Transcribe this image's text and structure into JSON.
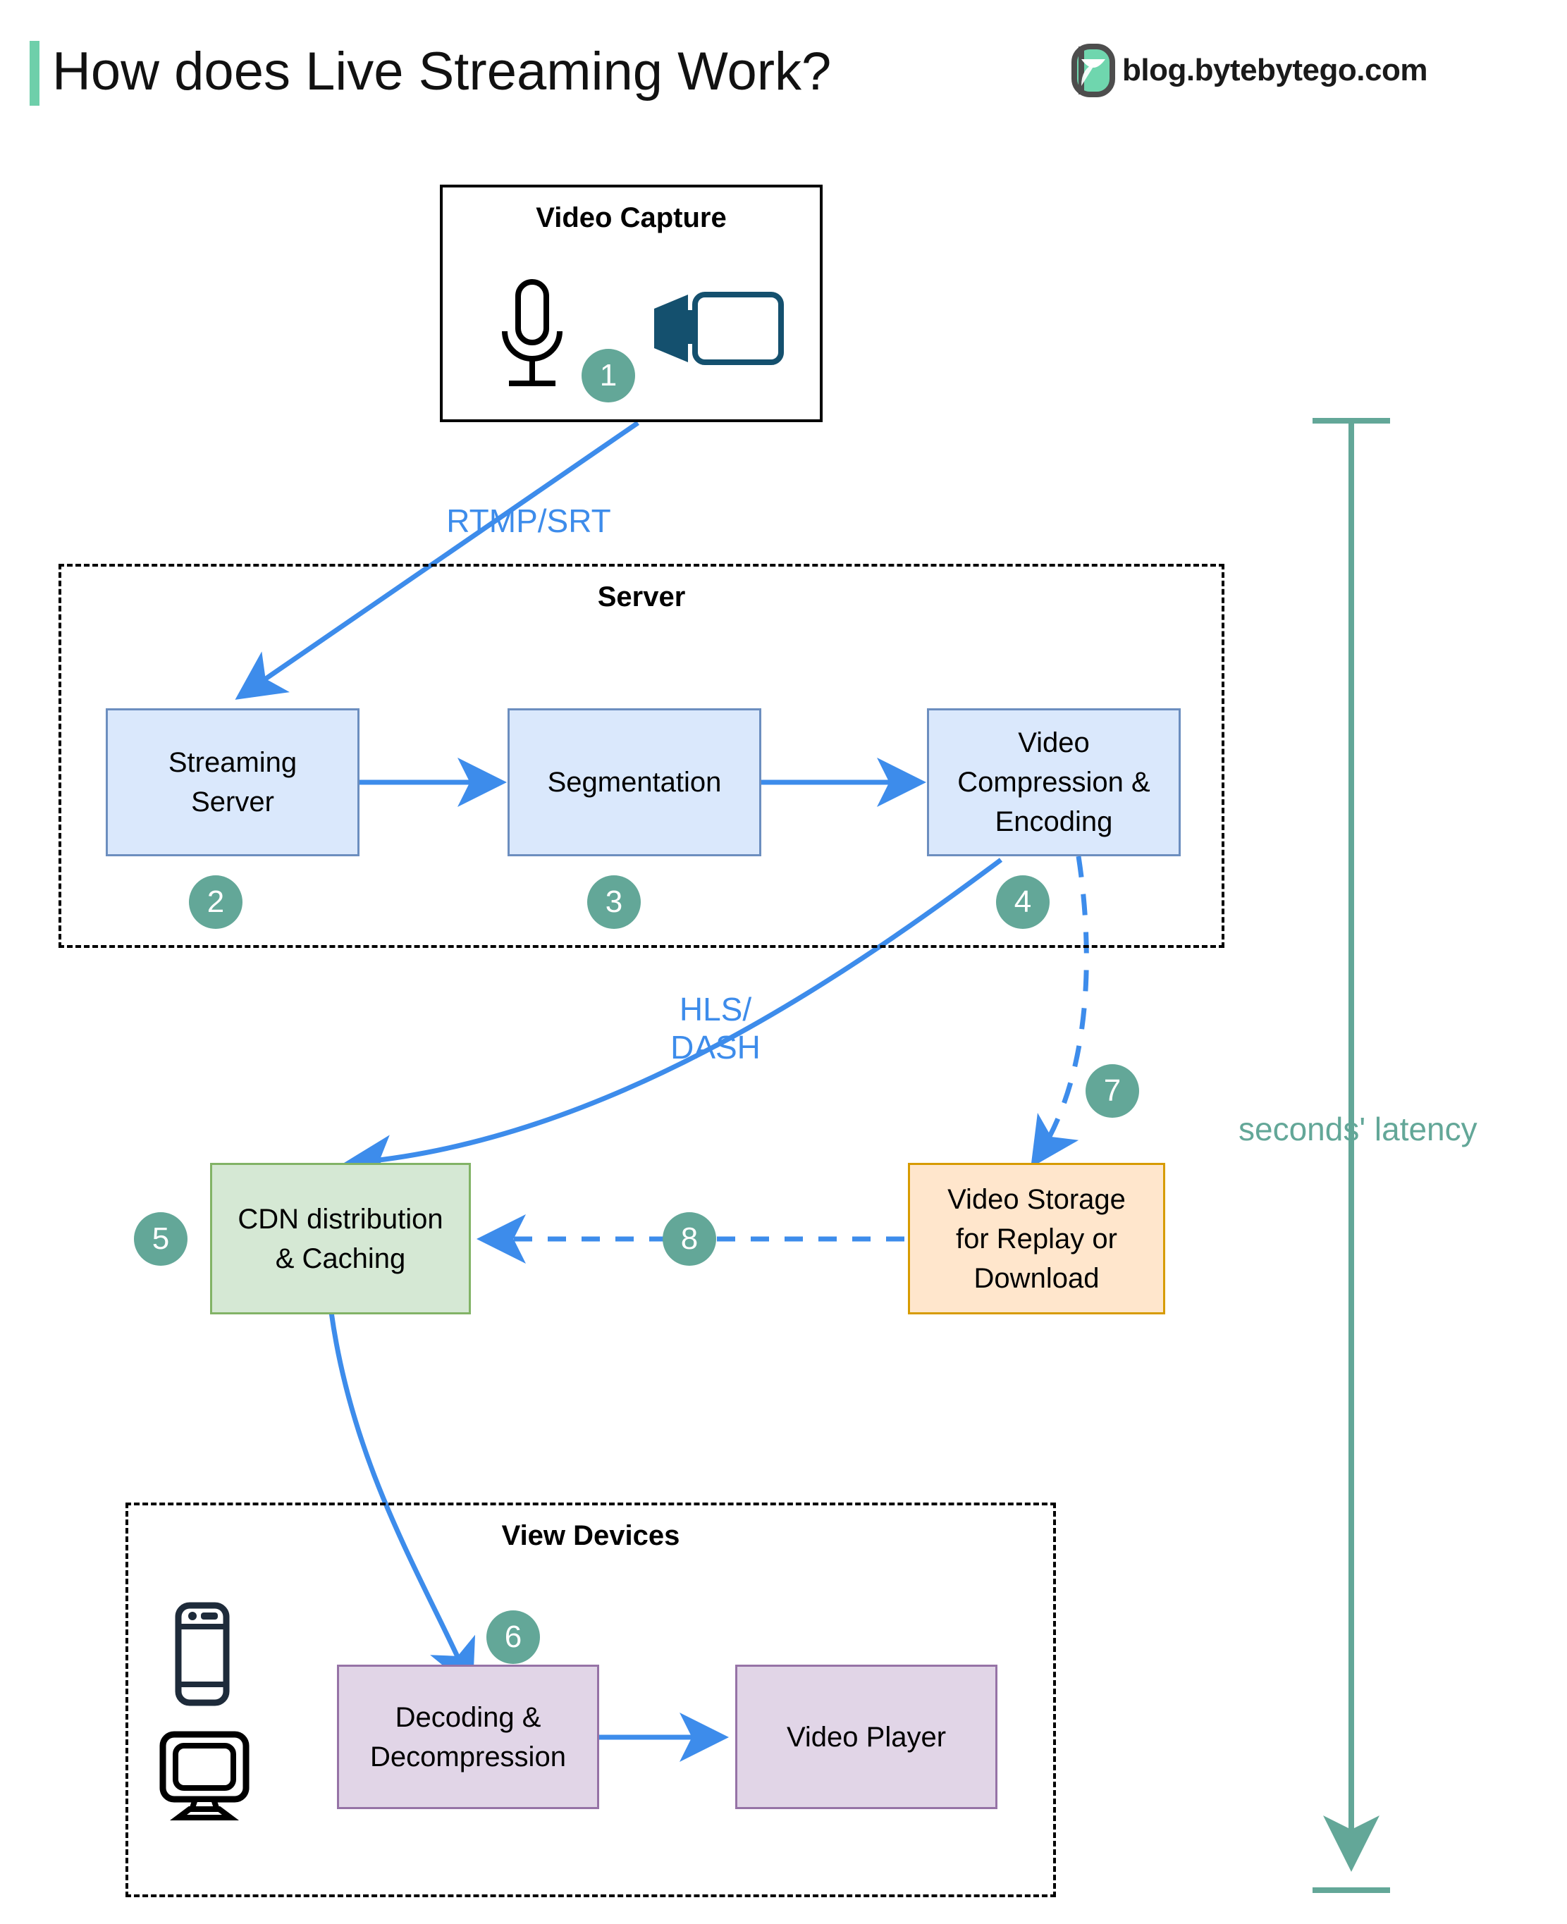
{
  "header": {
    "title": "How does Live Streaming Work?",
    "brand_text": "blog.bytebytego.com",
    "accent_color": "#6ecfaa",
    "logo_icon": "bytebytego-logo-icon"
  },
  "colors": {
    "blue_fill": "#dae8fc",
    "blue_stroke": "#6c8ebf",
    "green_fill": "#d5e8d4",
    "green_stroke": "#82b366",
    "orange_fill": "#ffe6cc",
    "orange_stroke": "#d79b00",
    "purple_fill": "#e1d5e7",
    "purple_stroke": "#9673a6",
    "arrow_blue": "#3d8ceb",
    "badge_teal": "#63a798",
    "camera_icon": "#14506e"
  },
  "capture_group": {
    "title": "Video Capture",
    "icons": [
      "microphone-icon",
      "video-camera-icon"
    ]
  },
  "server_group": {
    "title": "Server",
    "nodes": [
      {
        "label": "Streaming\nServer",
        "badge": "2"
      },
      {
        "label": "Segmentation",
        "badge": "3"
      },
      {
        "label": "Video\nCompression &\nEncoding",
        "badge": "4"
      }
    ]
  },
  "cdn": {
    "label": "CDN distribution\n& Caching",
    "badge": "5"
  },
  "storage": {
    "label": "Video Storage\nfor Replay or\nDownload",
    "badge": "7"
  },
  "view_devices_group": {
    "title": "View Devices",
    "icons": [
      "smartphone-icon",
      "desktop-monitor-icon"
    ],
    "nodes": [
      {
        "label": "Decoding &\nDecompression",
        "badge": "6"
      },
      {
        "label": "Video Player",
        "badge": ""
      }
    ]
  },
  "badges": {
    "capture": "1",
    "storage_arrow": "7",
    "storage_to_cdn": "8",
    "decoding": "6"
  },
  "edge_labels": {
    "rtmp_srt": "RTMP/SRT",
    "hls_dash": "HLS/\nDASH"
  },
  "latency": {
    "label": "seconds' latency"
  }
}
